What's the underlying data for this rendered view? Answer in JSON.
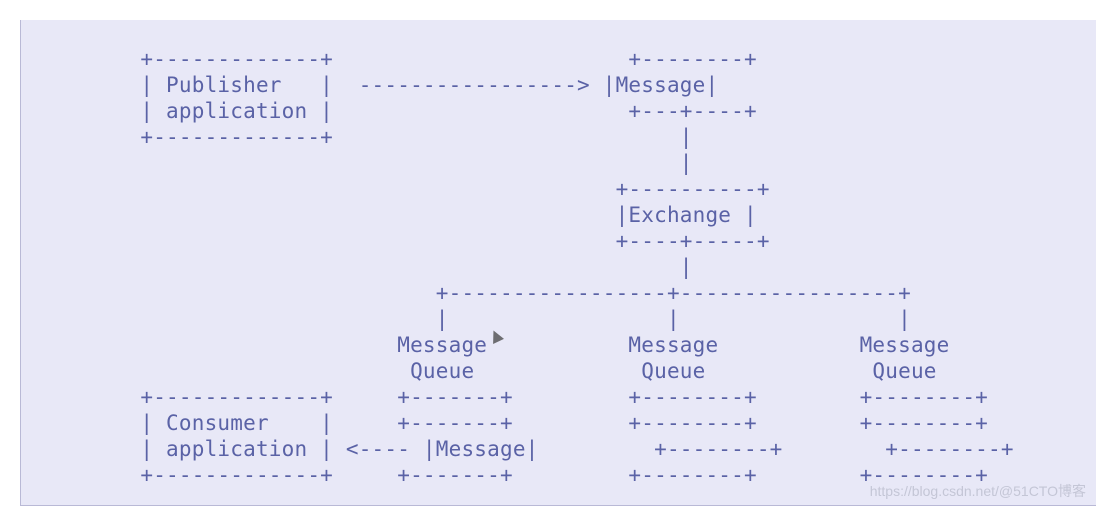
{
  "diagram": {
    "lines": [
      "    +-------------+                       +--------+",
      "    | Publisher   |  -----------------> |Message|",
      "    | application |                       +---+----+",
      "    +-------------+                           |",
      "                                              |",
      "                                         +----------+",
      "                                         |Exchange |",
      "                                         +----+-----+",
      "                                              |",
      "                           +-----------------+-----------------+",
      "                           |                 |                 |",
      "                        Message           Message           Message",
      "                         Queue             Queue             Queue",
      "    +-------------+     +-------+         +--------+        +--------+",
      "    | Consumer    |     +-------+         +--------+        +--------+",
      "    | application | <---- |Message|         +--------+        +--------+",
      "    +-------------+     +-------+         +--------+        +--------+"
    ]
  },
  "watermark": "https://blog.csdn.net/@51CTO博客"
}
